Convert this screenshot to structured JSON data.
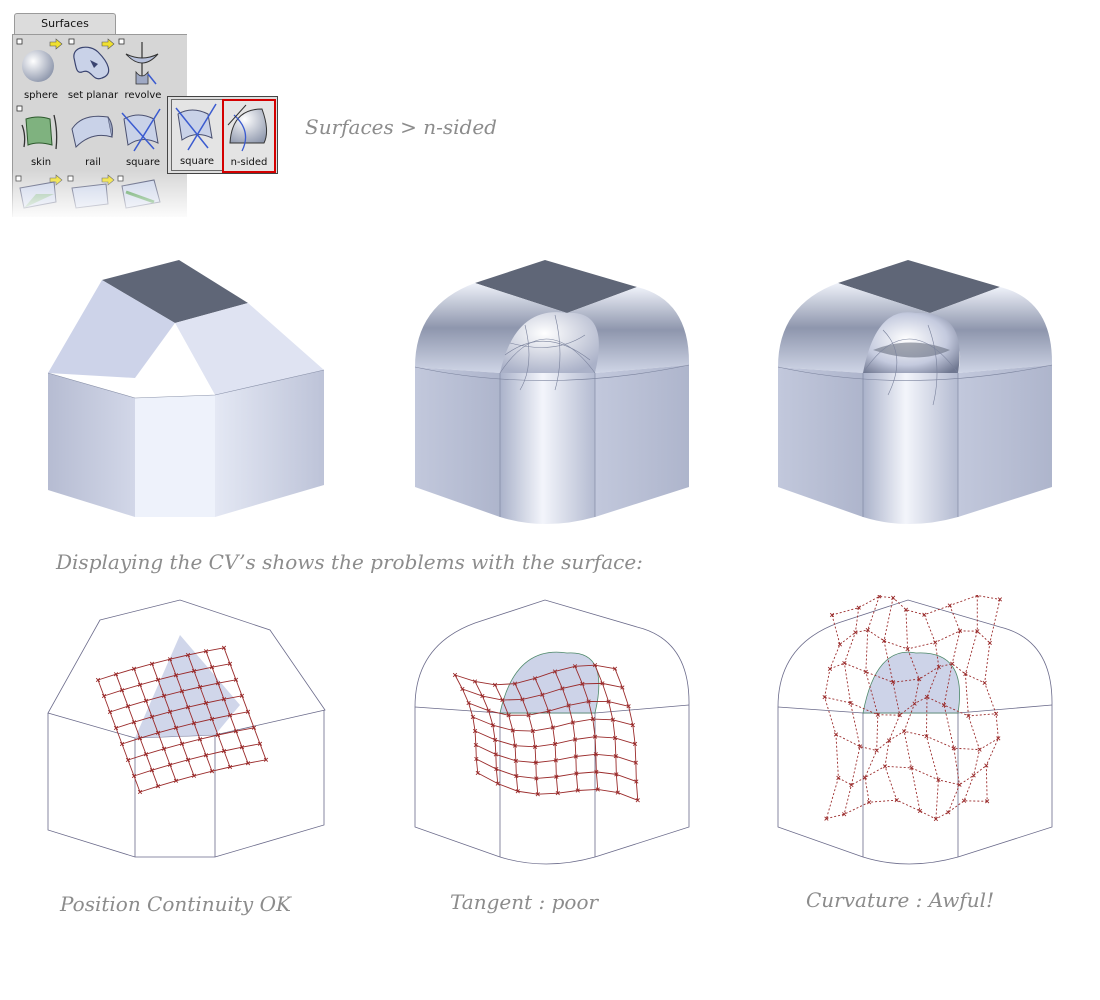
{
  "shelf": {
    "tab_label": "Surfaces",
    "tools": [
      {
        "label": "sphere",
        "icon": "sphere-icon"
      },
      {
        "label": "set planar",
        "icon": "set-planar-icon"
      },
      {
        "label": "revolve",
        "icon": "revolve-icon"
      },
      {
        "label": "skin",
        "icon": "skin-icon"
      },
      {
        "label": "rail",
        "icon": "rail-icon"
      },
      {
        "label": "square",
        "icon": "square-icon"
      }
    ],
    "flyout": [
      {
        "label": "square",
        "icon": "square-icon",
        "selected": false
      },
      {
        "label": "n-sided",
        "icon": "n-sided-icon",
        "selected": true
      }
    ]
  },
  "menu_path": "Surfaces > n-sided",
  "cv_note": "Displaying the CV’s shows the problems with the surface:",
  "captions": [
    "Position Continuity OK",
    "Tangent : poor",
    "Curvature : Awful!"
  ],
  "colors": {
    "highlight": "#d40000",
    "cv_hull": "#9a2b2b",
    "surface": "#c8cfe6",
    "top_face": "#5f6677",
    "caption_text": "#8c8c8c"
  }
}
